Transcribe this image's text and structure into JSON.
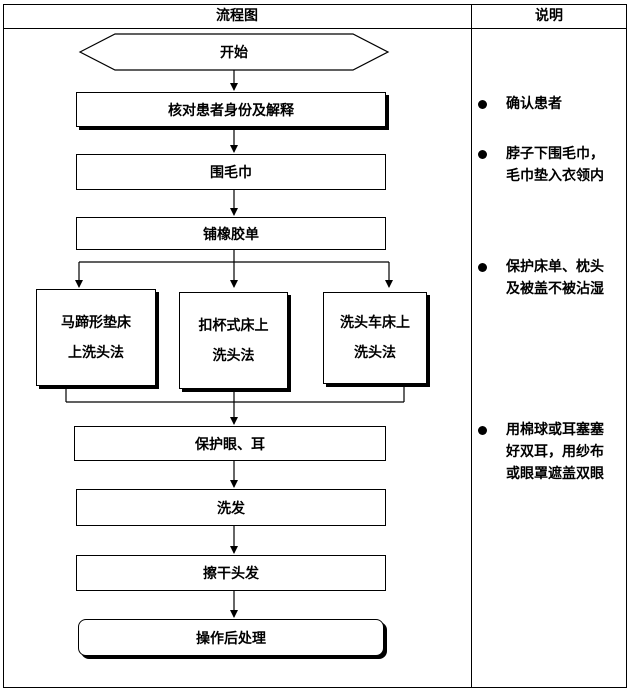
{
  "table": {
    "col1_header": "流程图",
    "col2_header": "说明"
  },
  "flow": {
    "start": "开始",
    "step1": "核对患者身份及解释",
    "step2": "围毛巾",
    "step3": "铺橡胶单",
    "method_a": [
      "马蹄形垫床",
      "上洗头法"
    ],
    "method_b": [
      "扣杯式床上",
      "洗头法"
    ],
    "method_c": [
      "洗头车床上",
      "洗头法"
    ],
    "step4": "保护眼、耳",
    "step5": "洗发",
    "step6": "擦干头发",
    "end": "操作后处理"
  },
  "notes": [
    [
      "确认患者"
    ],
    [
      "脖子下围毛巾，",
      "毛巾垫入衣领内"
    ],
    [
      "保护床单、枕头",
      "及被盖不被沾湿"
    ],
    [
      "用棉球或耳塞塞",
      "好双耳，用纱布",
      "或眼罩遮盖双眼"
    ]
  ]
}
